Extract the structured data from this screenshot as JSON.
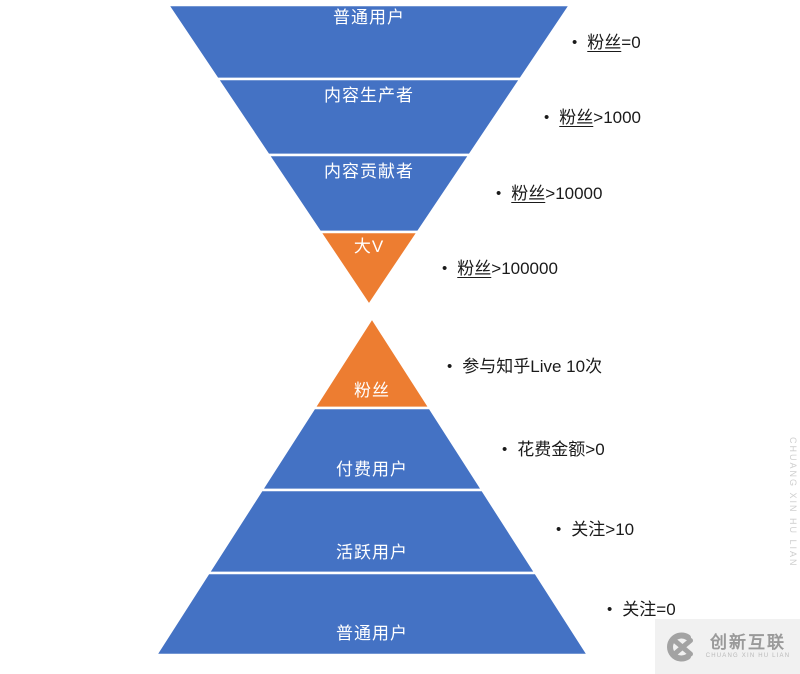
{
  "diagram": {
    "top_funnel": {
      "levels": [
        {
          "label": "普通用户",
          "c_u": "粉丝",
          "c_rest": "=0"
        },
        {
          "label": "内容生产者",
          "c_u": "粉丝",
          "c_rest": ">1000"
        },
        {
          "label": "内容贡献者",
          "c_u": "粉丝",
          "c_rest": ">10000"
        },
        {
          "label": "大V",
          "c_u": "粉丝",
          "c_rest": ">100000"
        }
      ]
    },
    "bottom_pyramid": {
      "levels": [
        {
          "label": "粉丝",
          "c_u": "",
          "c_rest": "参与知乎Live 10次"
        },
        {
          "label": "付费用户",
          "c_u": "",
          "c_rest": "花费金额>0"
        },
        {
          "label": "活跃用户",
          "c_u": "",
          "c_rest": "关注>10"
        },
        {
          "label": "普通用户",
          "c_u": "",
          "c_rest": "关注=0"
        }
      ]
    },
    "bullet_glyph": "•"
  },
  "colors": {
    "blue": "#4472C4",
    "orange": "#ED7D31",
    "text_black": "#1a1a1a",
    "label_white": "#ffffff",
    "watermark_gray": "#9a9a9a"
  },
  "watermark": {
    "brand": "创新互联",
    "latin": "CHUANG XIN HU LIAN",
    "edge_vertical_text": "CHUANG XIN HU LIAN"
  }
}
